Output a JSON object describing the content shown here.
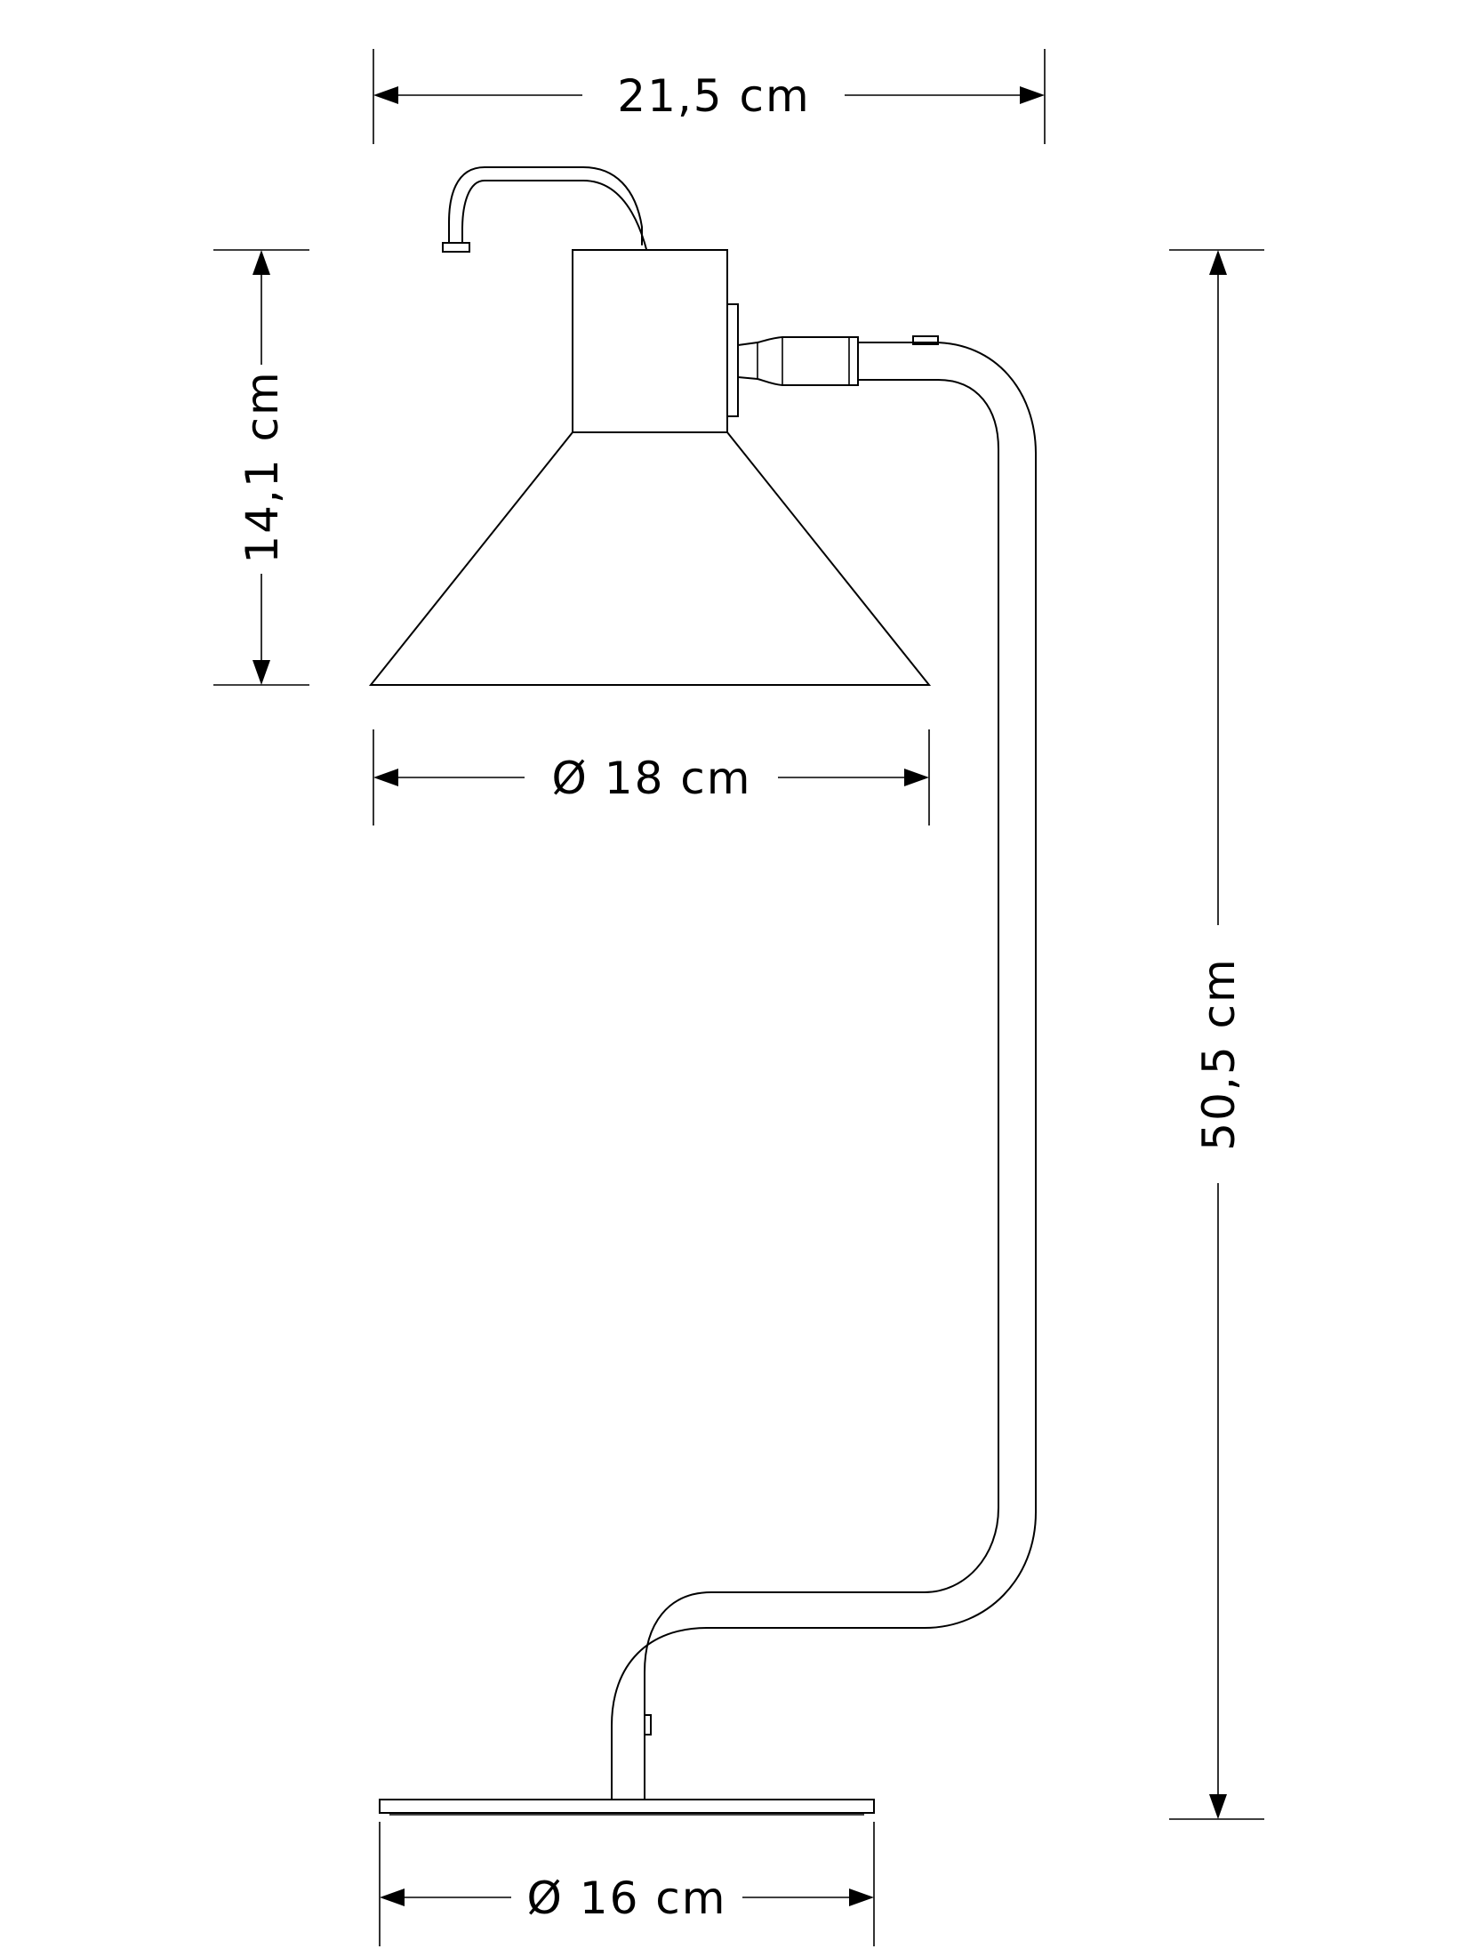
{
  "dimensions": {
    "top_width": "21,5 cm",
    "shade_height": "14,1 cm",
    "total_height": "50,5 cm",
    "shade_diameter": "Ø 18 cm",
    "base_diameter": "Ø 16 cm"
  }
}
